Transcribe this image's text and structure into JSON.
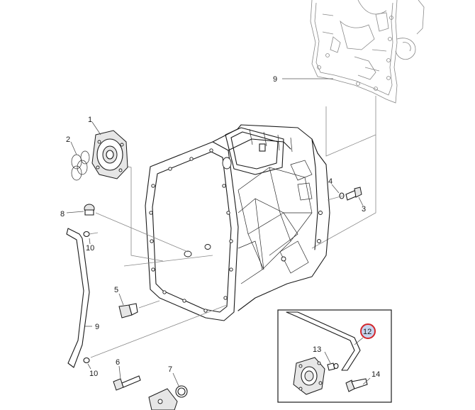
{
  "callouts": {
    "c1": "1",
    "c2": "2",
    "c3": "3",
    "c4": "4",
    "c5": "5",
    "c6": "6",
    "c7": "7",
    "c8": "8",
    "c9a": "9",
    "c9b": "9",
    "c10a": "10",
    "c10b": "10",
    "c12": "12",
    "c13": "13",
    "c14": "14"
  },
  "highlight": {
    "callout": "12",
    "ring_color": "#d3262b",
    "fill_color": "#c7d4ee"
  }
}
